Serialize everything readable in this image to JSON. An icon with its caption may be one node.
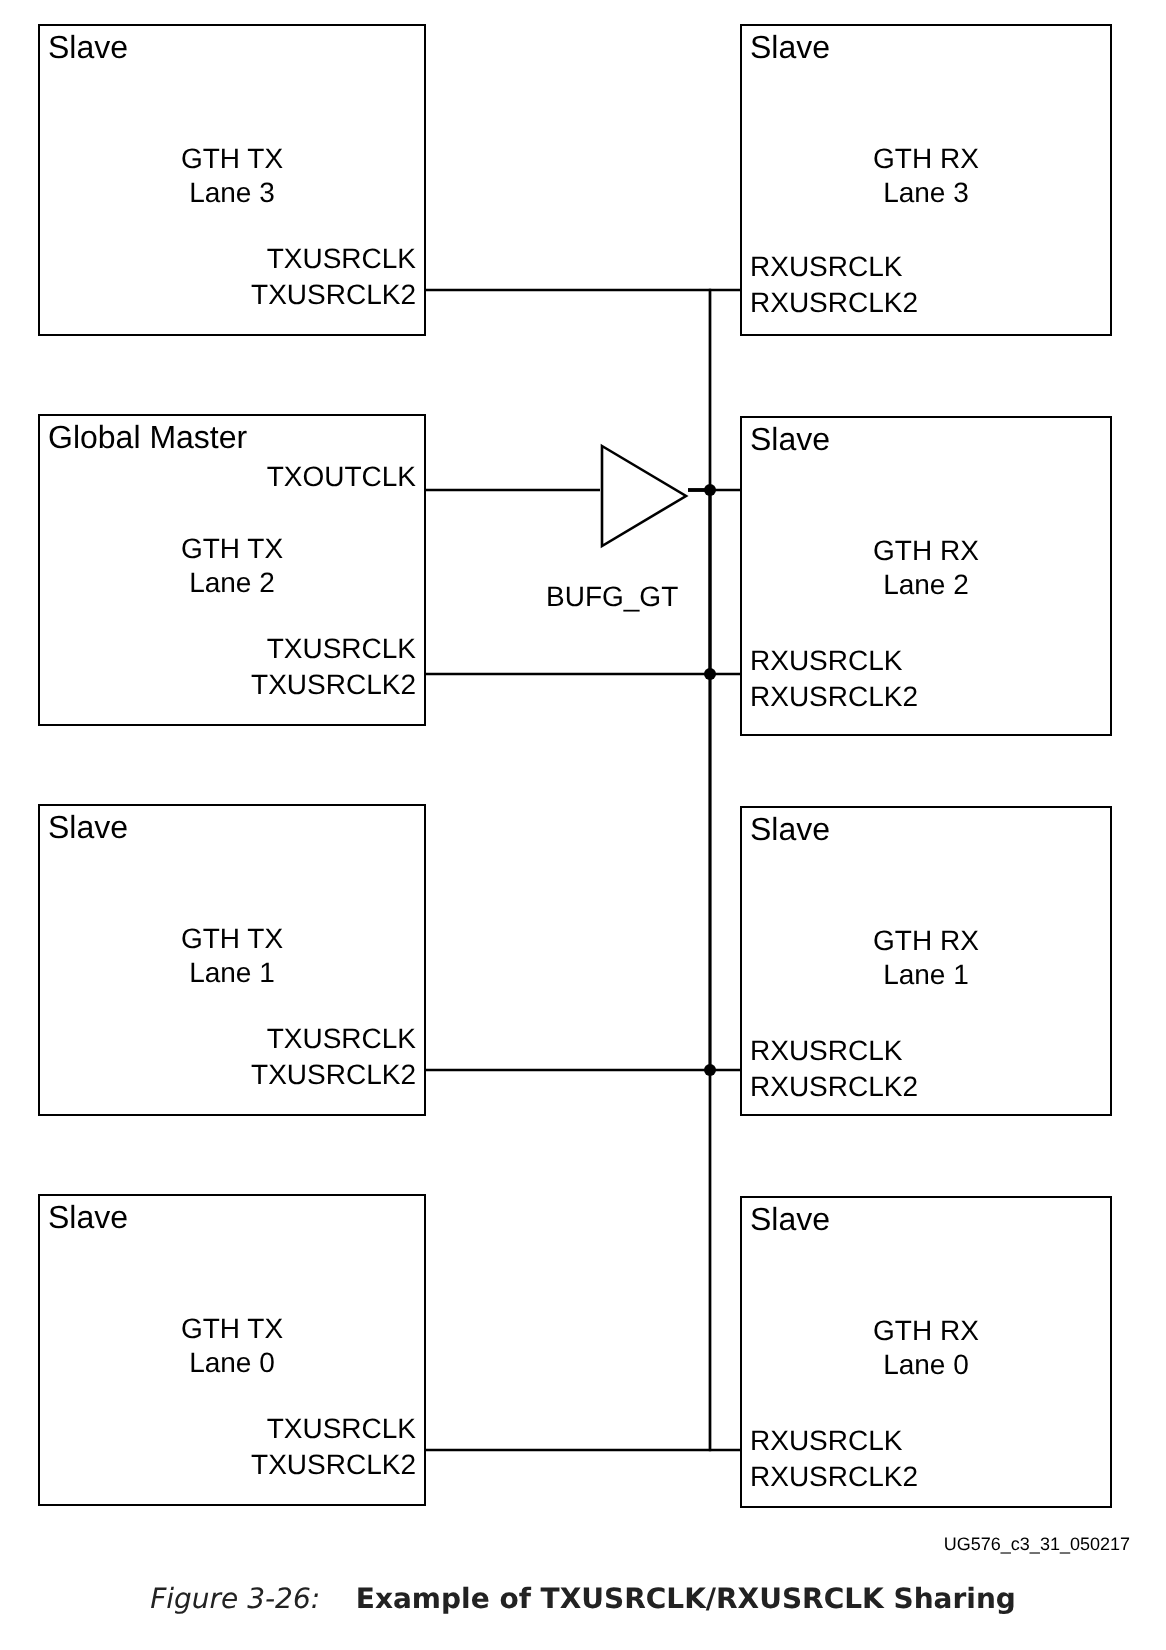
{
  "diagram": {
    "caption": "*Figure 3-26:*    **Example of TXUSRCLK/RXUSRCLK Sharing**",
    "nodes": [
      {
        "text": [
          "Slave",
          "GTH TX Lane 3",
          "TXUSRCLK",
          "TXUSRCLK2"
        ]
      },
      {
        "text": [
          "Slave",
          "GTH RX Lane 3",
          "RXUSRCLK",
          "RXUSRCLK2"
        ]
      },
      {
        "text": [
          "Global Master",
          "GTH TX Lane 2",
          "TXOUTCLK",
          "TXUSRCLK",
          "TXUSRCLK2"
        ]
      },
      {
        "text": [],
        "shape": "triangle",
        "beside": [
          "BUFG_GT"
        ]
      },
      {
        "text": [
          "Slave",
          "GTH RX Lane 2",
          "RXUSRCLK",
          "RXUSRCLK2"
        ]
      },
      {
        "text": [
          "Slave",
          "GTH TX Lane 1",
          "TXUSRCLK",
          "TXUSRCLK2"
        ]
      },
      {
        "text": [
          "Slave",
          "GTH RX Lane 1",
          "RXUSRCLK",
          "RXUSRCLK2"
        ]
      },
      {
        "text": [
          "Slave",
          "GTH TX Lane 0",
          "TXUSRCLK",
          "TXUSRCLK2"
        ]
      },
      {
        "text": [
          "Slave",
          "GTH RX Lane 0",
          "RXUSRCLK",
          "RXUSRCLK2"
        ]
      }
    ],
    "edges": [
      {
        "from": 2,
        "to": 3,
        "arrow": "none"
      },
      {
        "from": 3,
        "to": 0,
        "arrow": "none"
      },
      {
        "from": 3,
        "to": 1,
        "arrow": "none"
      },
      {
        "from": 3,
        "to": 2,
        "arrow": "none"
      },
      {
        "from": 3,
        "to": 4,
        "arrow": "none"
      },
      {
        "from": 3,
        "to": 4,
        "arrow": "none"
      },
      {
        "from": 3,
        "to": 5,
        "arrow": "none"
      },
      {
        "from": 3,
        "to": 6,
        "arrow": "none"
      },
      {
        "from": 3,
        "to": 7,
        "arrow": "none"
      },
      {
        "from": 3,
        "to": 8,
        "arrow": "none"
      }
    ],
    "labels": [
      "UG576_c3_31_050217"
    ]
  }
}
